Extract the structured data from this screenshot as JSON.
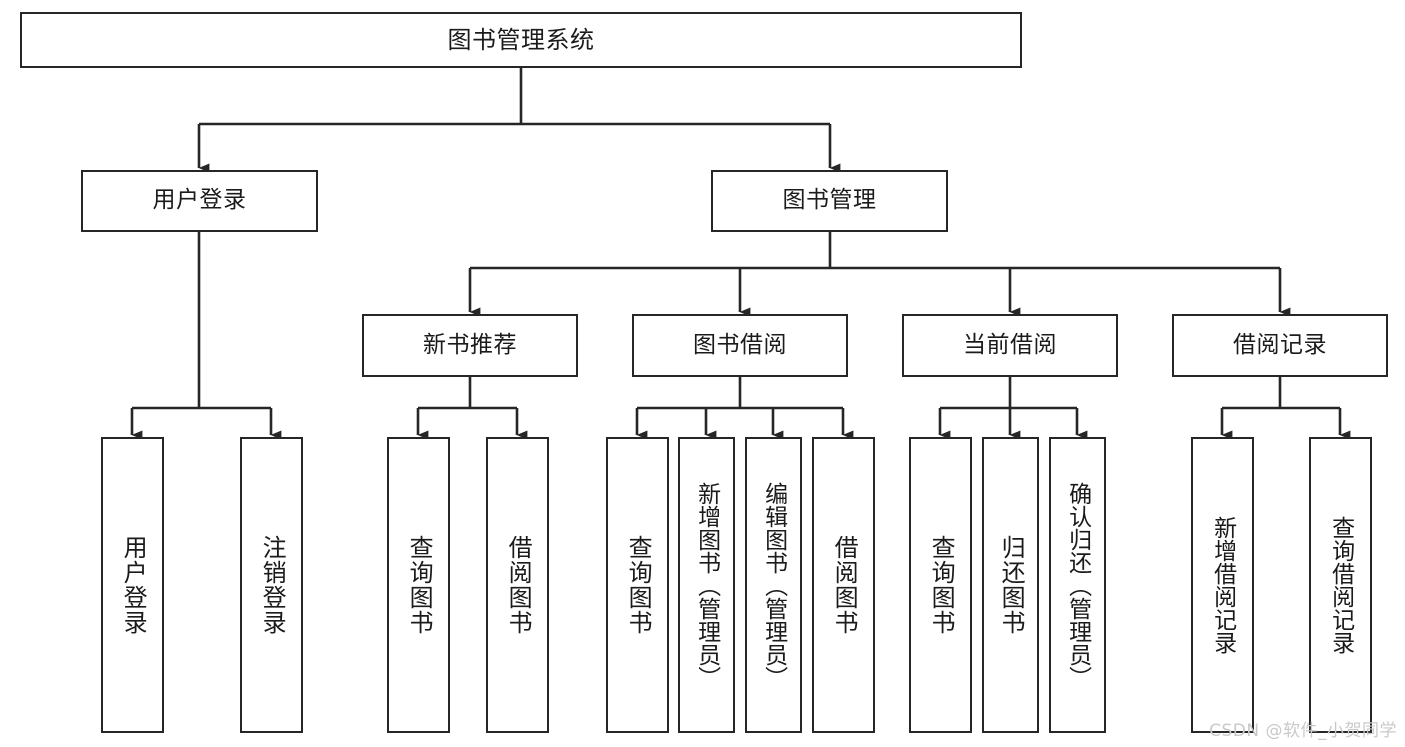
{
  "diagram": {
    "type": "tree-hierarchy-chart",
    "title": "图书管理系统",
    "colors": {
      "box_border": "#262626",
      "box_fill": "#ffffff",
      "connector": "#262626",
      "text": "#1b1b1b",
      "background": "#ffffff",
      "watermark": "#c9c9c9"
    },
    "root": {
      "label": "图书管理系统"
    },
    "level1": [
      {
        "label": "用户登录"
      },
      {
        "label": "图书管理"
      }
    ],
    "level2": [
      {
        "label": "新书推荐"
      },
      {
        "label": "图书借阅"
      },
      {
        "label": "当前借阅"
      },
      {
        "label": "借阅记录"
      }
    ],
    "leaves": {
      "user_login": [
        {
          "label": "用户登录"
        },
        {
          "label": "注销登录"
        }
      ],
      "new_book_recommend": [
        {
          "label": "查询图书"
        },
        {
          "label": "借阅图书"
        }
      ],
      "book_borrow": [
        {
          "label": "查询图书"
        },
        {
          "label": "新增图书（管理员）"
        },
        {
          "label": "编辑图书（管理员）"
        },
        {
          "label": "借阅图书"
        }
      ],
      "current_borrow": [
        {
          "label": "查询图书"
        },
        {
          "label": "归还图书"
        },
        {
          "label": "确认归还（管理员）"
        }
      ],
      "borrow_record": [
        {
          "label": "新增借阅记录"
        },
        {
          "label": "查询借阅记录"
        }
      ]
    }
  },
  "watermark": {
    "text": "CSDN @软件_小贺同学"
  }
}
